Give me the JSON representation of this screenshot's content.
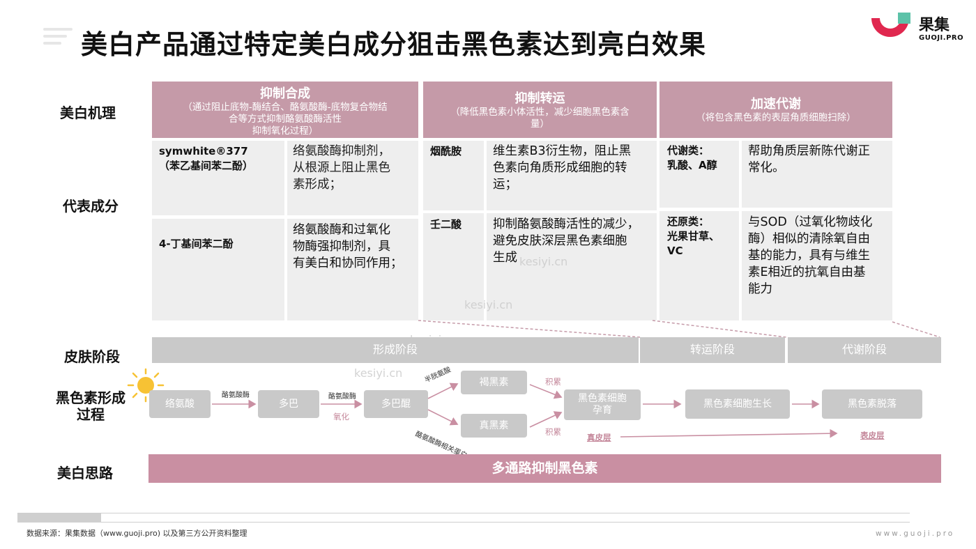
{
  "title": "美白产品通过特定美白成分狙击黑色素达到亮白效果",
  "logo": {
    "name": "果集",
    "sub": "GUOJI.PRO",
    "brand_color": "#e0284f"
  },
  "row_labels": {
    "mechanism": "美白机理",
    "ingredients": "代表成分",
    "skin_stage": "皮肤阶段",
    "melanin_process_1": "黑色素形成",
    "melanin_process_2": "过程",
    "approach": "美白思路"
  },
  "columns": [
    {
      "header": "抑制合成",
      "desc": [
        "（通过阻止底物-酶结合、酪氨酸酶-底物复合物结",
        "合等方式抑制酪氨酸酶活性",
        "抑制氧化过程）"
      ],
      "rows": [
        {
          "ingredient": [
            "symwhite®377",
            "（苯乙基间苯二酚）"
          ],
          "effect": [
            "络氨酸酶抑制剂，",
            "从根源上阻止黑色",
            "素形成；"
          ]
        },
        {
          "ingredient": [
            "4-丁基间苯二酚"
          ],
          "effect": [
            "络氨酸酶和过氧化",
            "物酶强抑制剂，具",
            "有美白和协同作用；"
          ]
        }
      ]
    },
    {
      "header": "抑制转运",
      "desc": [
        "（降低黑色素小体活性，减少细胞黑色素含",
        "量）"
      ],
      "rows": [
        {
          "ingredient": [
            "烟酰胺"
          ],
          "effect": [
            "维生素B3衍生物，阻止黑",
            "色素向角质形成细胞的转",
            "运；"
          ]
        },
        {
          "ingredient": [
            "壬二酸"
          ],
          "effect": [
            "抑制酪氨酸酶活性的减少，",
            "避免皮肤深层黑色素细胞",
            "生成"
          ]
        }
      ]
    },
    {
      "header": "加速代谢",
      "desc": [
        "（将包含黑色素的表层角质细胞扫除）"
      ],
      "rows": [
        {
          "ingredient": [
            "代谢类：",
            "乳酸、A醇"
          ],
          "effect": [
            "帮助角质层新陈代谢正",
            "常化。"
          ]
        },
        {
          "ingredient": [
            "还原类：",
            "光果甘草、",
            "VC"
          ],
          "effect": [
            "与SOD（过氧化物歧化",
            "酶）相似的清除氧自由",
            "基的能力，具有与维生",
            "素E相近的抗氧自由基",
            "能力"
          ]
        }
      ]
    }
  ],
  "skin_stages": [
    "形成阶段",
    "转运阶段",
    "代谢阶段"
  ],
  "process": {
    "nodes": [
      "络氨酸",
      "多巴",
      "多巴醌",
      "褐黑素",
      "真黑素",
      "黑色素细胞孕育",
      "黑色素细胞生长",
      "黑色素脱落"
    ],
    "arrow_labels": [
      "酪氨酸酶",
      "酪氨酸酶",
      "半胱氨酸",
      "酪氨酸酶相关蛋白"
    ],
    "accumulate": [
      "积累",
      "积累"
    ],
    "oxidize": "氧化",
    "dermis": "真皮层",
    "epidermis": "表皮层"
  },
  "approach": "多通路抑制黑色素",
  "footer": {
    "source": "数据来源：果集数据（www.guoji.pro) 以及第三方公开资料整理",
    "url": "www.guoji.pro"
  },
  "watermark": "kesiyi.cn",
  "colors": {
    "header_pink": "#c59aa8",
    "approach_pink": "#c98fa2",
    "cell_gray": "#eeeeee",
    "stage_gray": "#c9c9c9",
    "sun": "#f7c234"
  }
}
